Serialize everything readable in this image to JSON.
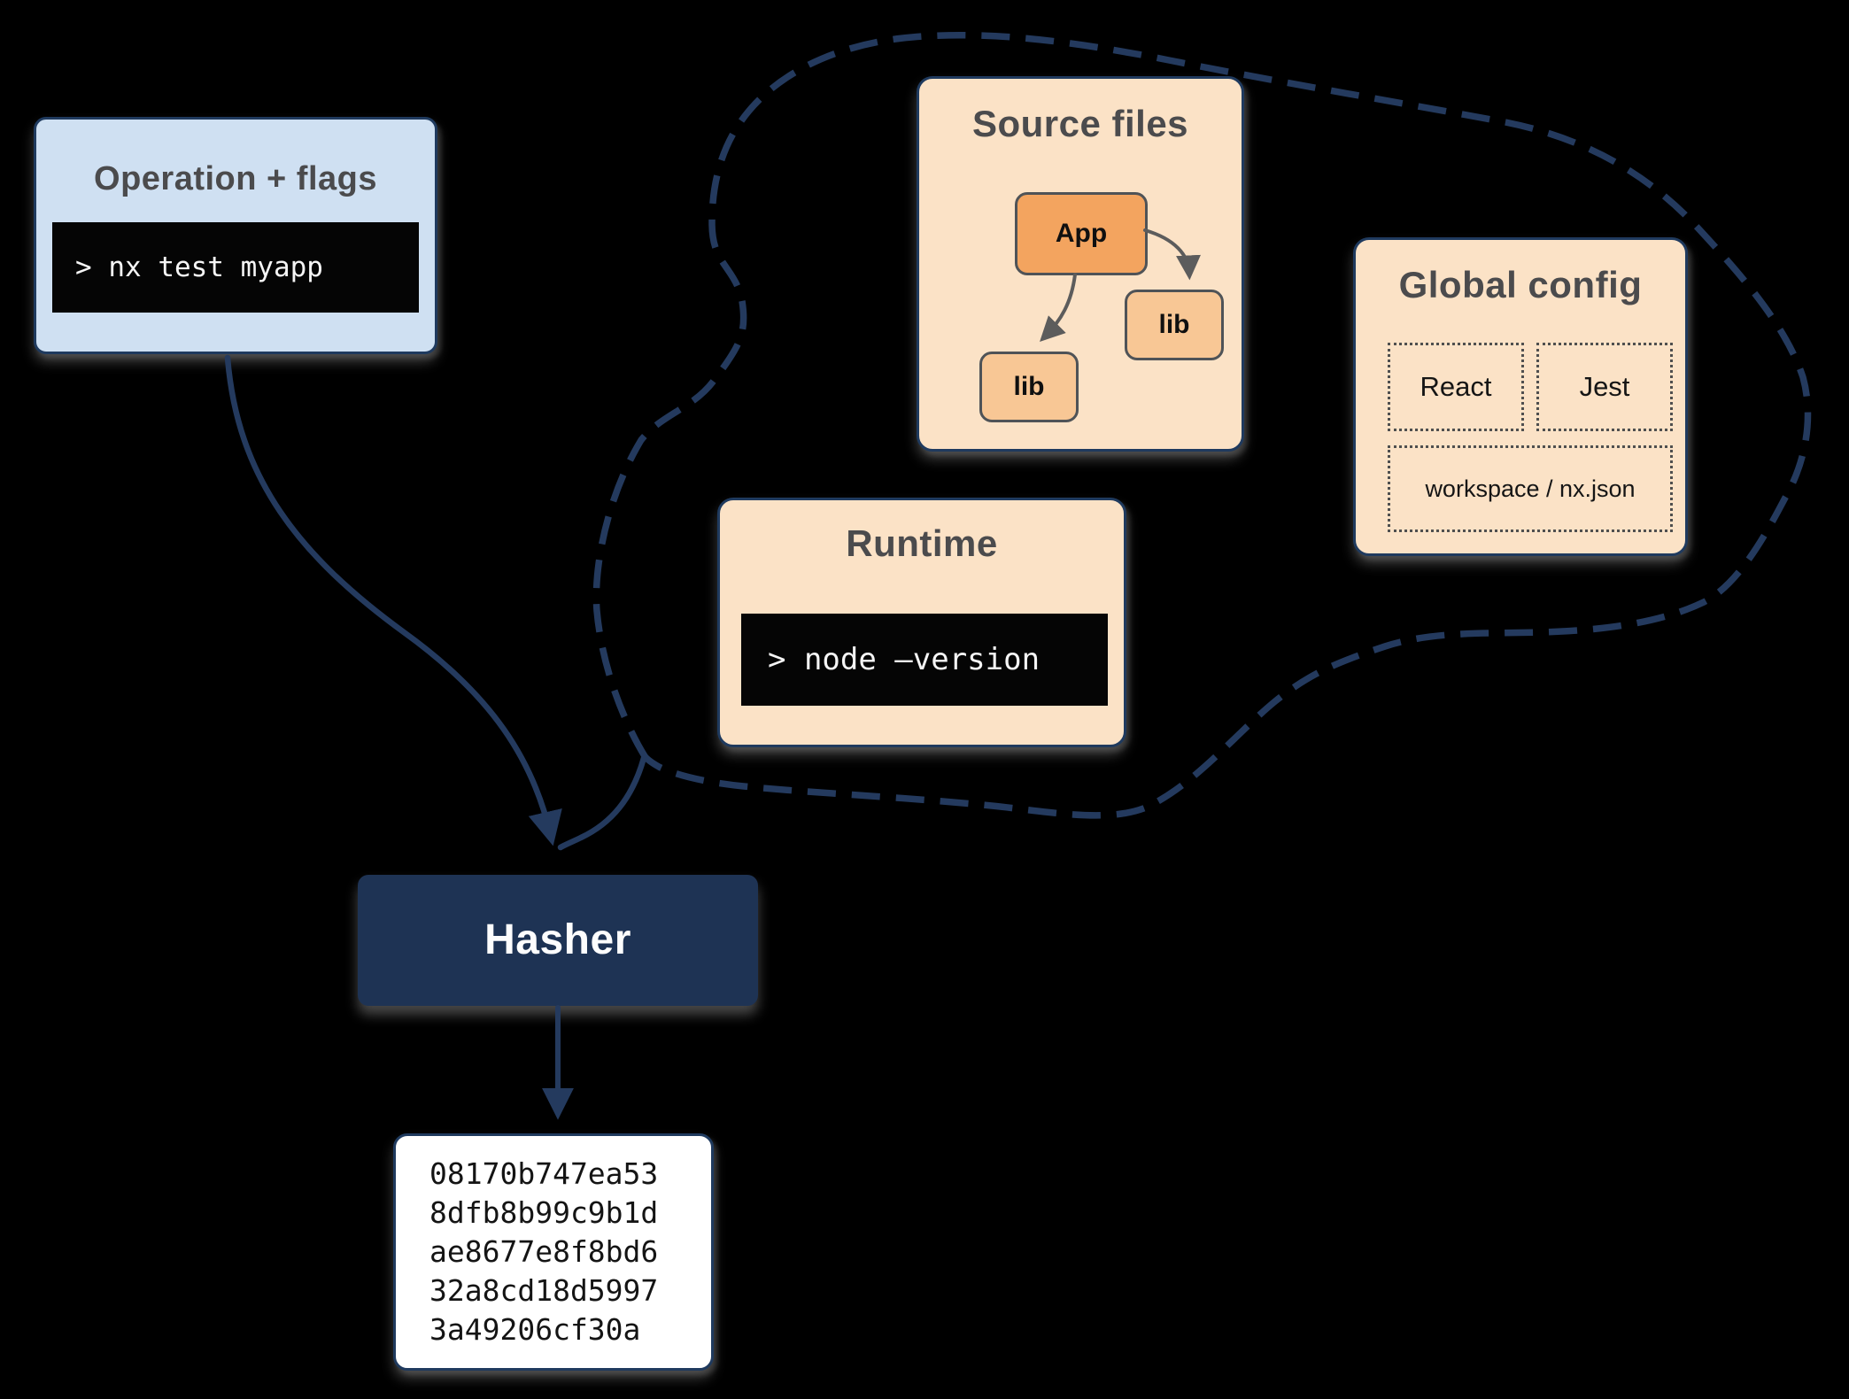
{
  "operation": {
    "title": "Operation + flags",
    "command": "> nx test myapp"
  },
  "cloud": {
    "source_files": {
      "title": "Source files",
      "app_label": "App",
      "lib_right_label": "lib",
      "lib_left_label": "lib"
    },
    "global_config": {
      "title": "Global config",
      "items": [
        "React",
        "Jest",
        "workspace / nx.json"
      ]
    },
    "runtime": {
      "title": "Runtime",
      "command": "> node –version"
    }
  },
  "hasher": {
    "label": "Hasher"
  },
  "hash_output": {
    "lines": [
      "08170b747ea53",
      "8dfb8b99c9b1d",
      "ae8677e8f8bd6",
      "32a8cd18d5997",
      "3a49206cf30a"
    ]
  },
  "colors": {
    "background": "#000000",
    "navy_accent": "#243a5e",
    "navy_border": "#1f3a5e",
    "light_blue_fill": "#cfe0f2",
    "peach_fill": "#fbe2c6",
    "hasher_fill": "#1e3354",
    "node_orange": "#f3a45f",
    "node_light_orange": "#f8c795",
    "terminal_bg": "#050505",
    "title_gray": "#4b4b4d",
    "inner_arrow_gray": "#5c5c5c"
  }
}
